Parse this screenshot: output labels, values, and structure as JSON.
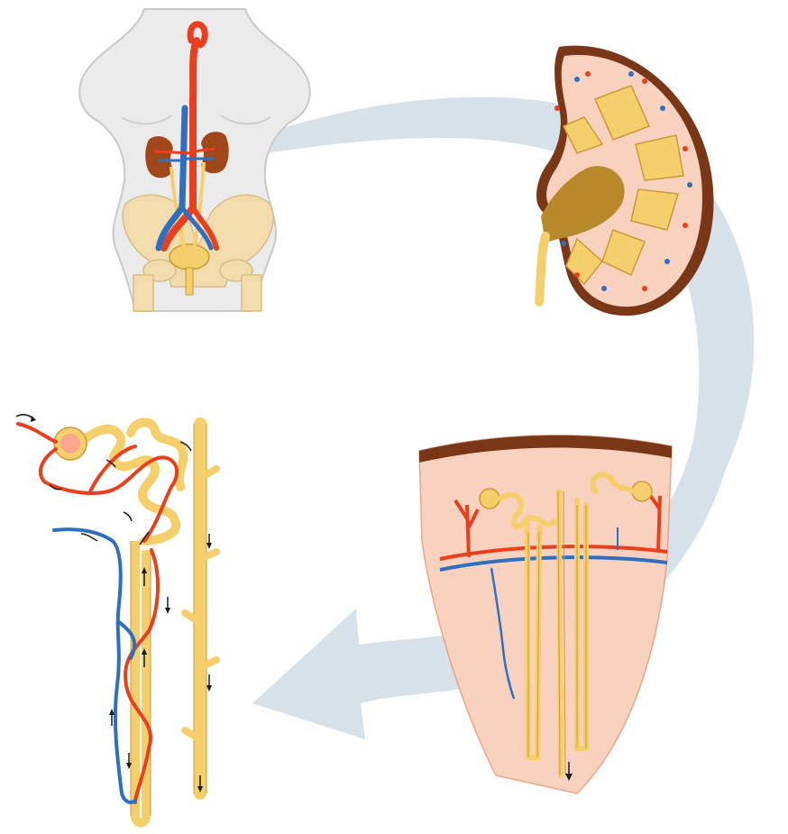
{
  "figure": {
    "subject": "",
    "panels": [
      {
        "name": "body-silhouette"
      },
      {
        "name": "kidney-cross-section"
      },
      {
        "name": "renal-pyramid-wedge"
      },
      {
        "name": "nephron-detail"
      }
    ]
  },
  "colors": {
    "background": "#ffffff",
    "flow_arrow": "#d6e1ea",
    "body": "#ebebeb",
    "body_outline": "#c9c9c9",
    "artery": "#e8401f",
    "vein": "#2f6fc0",
    "tubule": "#f4cf6b",
    "tubule_outline": "#c99b36",
    "tissue": "#f9d2bf",
    "capsule": "#7a3717",
    "kidney": "#a0471c",
    "bone": "#f2dcae",
    "arrow": "#1a1a1a"
  }
}
